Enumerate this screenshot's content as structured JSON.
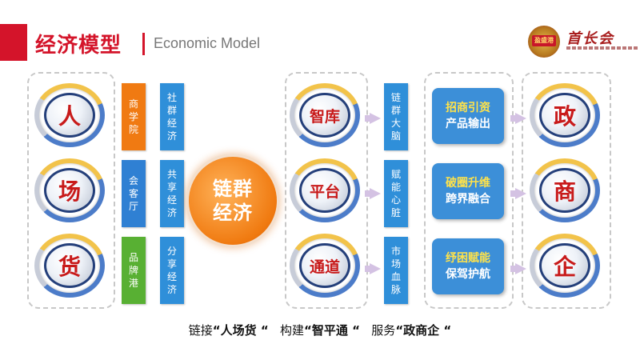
{
  "header": {
    "title_cn": "经济模型",
    "title_en": "Economic Model"
  },
  "logo": {
    "badge_text": "盈盛港",
    "script_text": "首长会"
  },
  "left_circles": [
    "人",
    "场",
    "货"
  ],
  "left_labels": [
    {
      "text": [
        "商",
        "学",
        "院"
      ],
      "color": "#f07a12"
    },
    {
      "text": [
        "会",
        "客",
        "厅"
      ],
      "color": "#2f80d3"
    },
    {
      "text": [
        "品",
        "牌",
        "港"
      ],
      "color": "#58b033"
    }
  ],
  "left_econ": [
    [
      "社",
      "群",
      "经",
      "济"
    ],
    [
      "共",
      "享",
      "经",
      "济"
    ],
    [
      "分",
      "享",
      "经",
      "济"
    ]
  ],
  "center": [
    "链群",
    "经济"
  ],
  "mid_circles": [
    "智库",
    "平台",
    "通道"
  ],
  "mid_labels": [
    [
      "链",
      "群",
      "大",
      "脑"
    ],
    [
      "赋",
      "能",
      "心",
      "脏"
    ],
    [
      "市",
      "场",
      "血",
      "脉"
    ]
  ],
  "cards": [
    {
      "top": "招商引资",
      "bottom": "产品输出"
    },
    {
      "top": "破圈升维",
      "bottom": "跨界融合"
    },
    {
      "top": "纾困赋能",
      "bottom": "保驾护航"
    }
  ],
  "right_circles": [
    "政",
    "商",
    "企"
  ],
  "bottom_line": {
    "p1": "链接",
    "b1": "“人场货 “",
    "p2": "构建",
    "b2": "“智平通 “",
    "p3": "服务",
    "b3": "“政商企 “"
  },
  "colors": {
    "brand_red": "#d4142a",
    "orange": "#f07a12",
    "blue": "#2f8fd9",
    "green": "#58b033",
    "highlight_yellow": "#ffe24a"
  }
}
